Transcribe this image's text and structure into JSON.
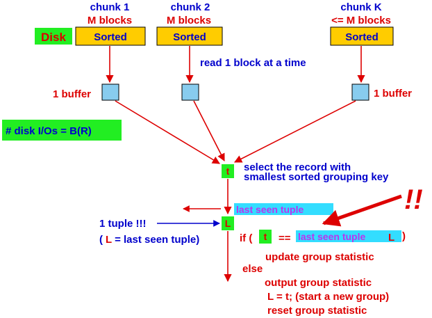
{
  "colors": {
    "blue": "#0000cc",
    "red": "#dd0000",
    "green": "#22ee22",
    "yellow": "#ffcc00",
    "buffer": "#88ccee",
    "cyan": "#33ddff",
    "magenta": "#bb33ee",
    "disk_text": "#dd0000"
  },
  "disk_label": "Disk",
  "chunks": [
    {
      "title": "chunk 1",
      "size": "M blocks",
      "box": "Sorted"
    },
    {
      "title": "chunk 2",
      "size": "M blocks",
      "box": "Sorted"
    },
    {
      "title": "chunk K",
      "size": "<= M blocks",
      "box": "Sorted"
    }
  ],
  "read_note": "read 1 block at a time",
  "buffer_label_left": "1 buffer",
  "buffer_label_right": "1 buffer",
  "io_cost": "# disk I/Os = B(R)",
  "t_label": "t",
  "select_line1": "select the record with",
  "select_line2": "smallest sorted grouping key",
  "last_seen_bar": "last seen tuple",
  "exclaim": "!!",
  "L_label": "L",
  "one_tuple": "1 tuple !!!",
  "l_def_open": "(",
  "l_def_L": "L",
  "l_def_rest": " = last seen tuple)",
  "cond": {
    "if": "if (",
    "t": "t",
    "eq": "==",
    "box": "last seen tuple",
    "L": "L",
    "close": ")"
  },
  "then_line": "update group statistic",
  "else_word": "else",
  "else_lines": [
    "output group statistic",
    "L = t; (start a new group)",
    "reset group statistic"
  ]
}
